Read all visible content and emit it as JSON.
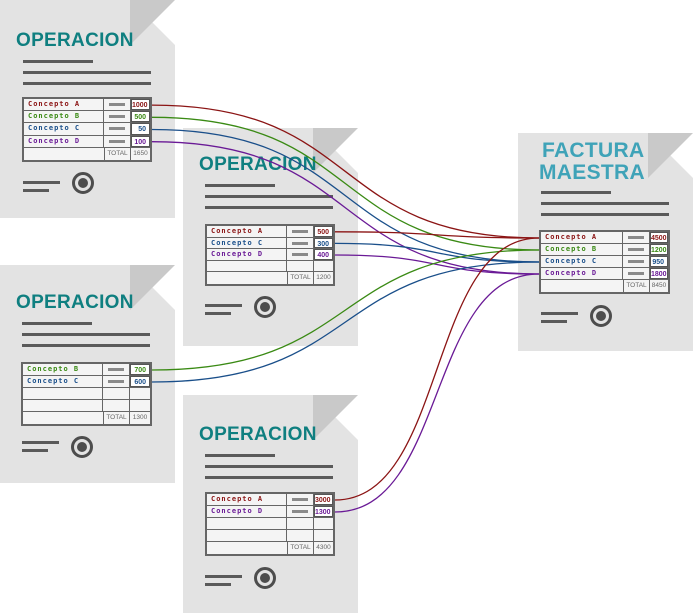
{
  "colors": {
    "concepto_a": "#8b1414",
    "concepto_b": "#3a8a14",
    "concepto_c": "#1a4f8a",
    "concepto_d": "#6a1a96",
    "title": "#0f7f80"
  },
  "total_label": "TOTAL",
  "docs": [
    {
      "title": "OPERACION",
      "rows": [
        {
          "label": "Concepto  A",
          "value": "1000",
          "color": "#8b1414"
        },
        {
          "label": "Concepto  B",
          "value": "500",
          "color": "#3a8a14"
        },
        {
          "label": "Concepto  C",
          "value": "50",
          "color": "#1a4f8a"
        },
        {
          "label": "Concepto  D",
          "value": "100",
          "color": "#6a1a96"
        }
      ],
      "total": "1650"
    },
    {
      "title": "OPERACION",
      "rows": [
        {
          "label": "Concepto  A",
          "value": "500",
          "color": "#8b1414"
        },
        {
          "label": "Concepto  C",
          "value": "300",
          "color": "#1a4f8a"
        },
        {
          "label": "Concepto  D",
          "value": "400",
          "color": "#6a1a96"
        }
      ],
      "total": "1200"
    },
    {
      "title": "OPERACION",
      "rows": [
        {
          "label": "Concepto  B",
          "value": "700",
          "color": "#3a8a14"
        },
        {
          "label": "Concepto  C",
          "value": "600",
          "color": "#1a4f8a"
        }
      ],
      "total": "1300"
    },
    {
      "title": "OPERACION",
      "rows": [
        {
          "label": "Concepto  A",
          "value": "3000",
          "color": "#8b1414"
        },
        {
          "label": "Concepto  D",
          "value": "1300",
          "color": "#6a1a96"
        }
      ],
      "total": "4300"
    },
    {
      "title_line1": "FACTURA",
      "title_line2": "MAESTRA",
      "rows": [
        {
          "label": "Concepto  A",
          "value": "4500",
          "color": "#8b1414"
        },
        {
          "label": "Concepto  B",
          "value": "1200",
          "color": "#3a8a14"
        },
        {
          "label": "Concepto  C",
          "value": "950",
          "color": "#1a4f8a"
        },
        {
          "label": "Concepto  D",
          "value": "1800",
          "color": "#6a1a96"
        }
      ],
      "total": "8450"
    }
  ]
}
